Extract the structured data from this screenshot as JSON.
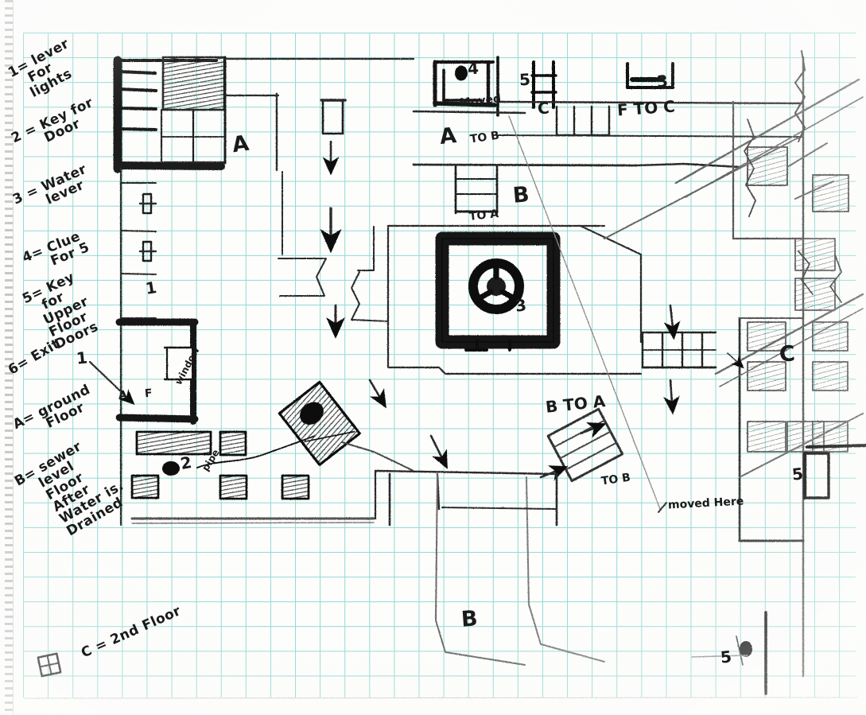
{
  "doc": {
    "kind": "hand-drawn-map",
    "medium": "pencil and pen on cyan graph paper",
    "title_note": "Hand drawn level / dungeon floor plan with numbered key legend"
  },
  "legend": {
    "items": [
      {
        "id": "1",
        "text": "1= lever\n   For\n  lights"
      },
      {
        "id": "2",
        "text": "2 = Key for\n      Door"
      },
      {
        "id": "3",
        "text": "3 = Water\n      lever"
      },
      {
        "id": "4",
        "text": "4= Clue\n     For 5"
      },
      {
        "id": "5",
        "text": "5= Key\n   for\n  Upper\n  Floor\n  Doors"
      },
      {
        "id": "6",
        "text": "6= Exit"
      },
      {
        "id": "A",
        "text": "A= ground\n      Floor"
      },
      {
        "id": "B",
        "text": "B= sewer\n    level\n    Floor\n    After\n    Water is.\n    Drained"
      },
      {
        "id": "C",
        "text": "C = 2nd Floor"
      }
    ]
  },
  "map_labels": {
    "zone_a_left": "A",
    "zone_a_top": "A",
    "zone_b_top": "B",
    "zone_b_bottom": "B",
    "zone_c_right": "C",
    "zone_c_top": "C",
    "to_b": "TO B",
    "to_a": "TO A",
    "b_to_a": "B TO A",
    "to_b_low": "TO B",
    "f_to_c": "F TO C",
    "moved": "Moved",
    "moved_here": "moved Here",
    "window": "window",
    "pipe": "pipe",
    "f_door": "F",
    "a_door": "A"
  },
  "markers": [
    {
      "id": "1",
      "label": "1",
      "where": "left-upper-corridor"
    },
    {
      "id": "1b",
      "label": "1",
      "where": "left-room-entry"
    },
    {
      "id": "2",
      "label": "2",
      "where": "crate-room-floor"
    },
    {
      "id": "3",
      "label": "3",
      "where": "valve-room-center"
    },
    {
      "id": "3b",
      "label": "3",
      "where": "top-right-alcove"
    },
    {
      "id": "4",
      "label": "4",
      "where": "top-left-vault-room"
    },
    {
      "id": "5",
      "label": "5",
      "where": "top-ladder"
    },
    {
      "id": "5b",
      "label": "5",
      "where": "right-door"
    },
    {
      "id": "5c",
      "label": "5",
      "where": "bottom-right-door"
    }
  ],
  "colors": {
    "paper": "#fdfdfc",
    "grid": "#74cfc8",
    "ink": "#1a1a1a",
    "pencil": "#555555"
  }
}
